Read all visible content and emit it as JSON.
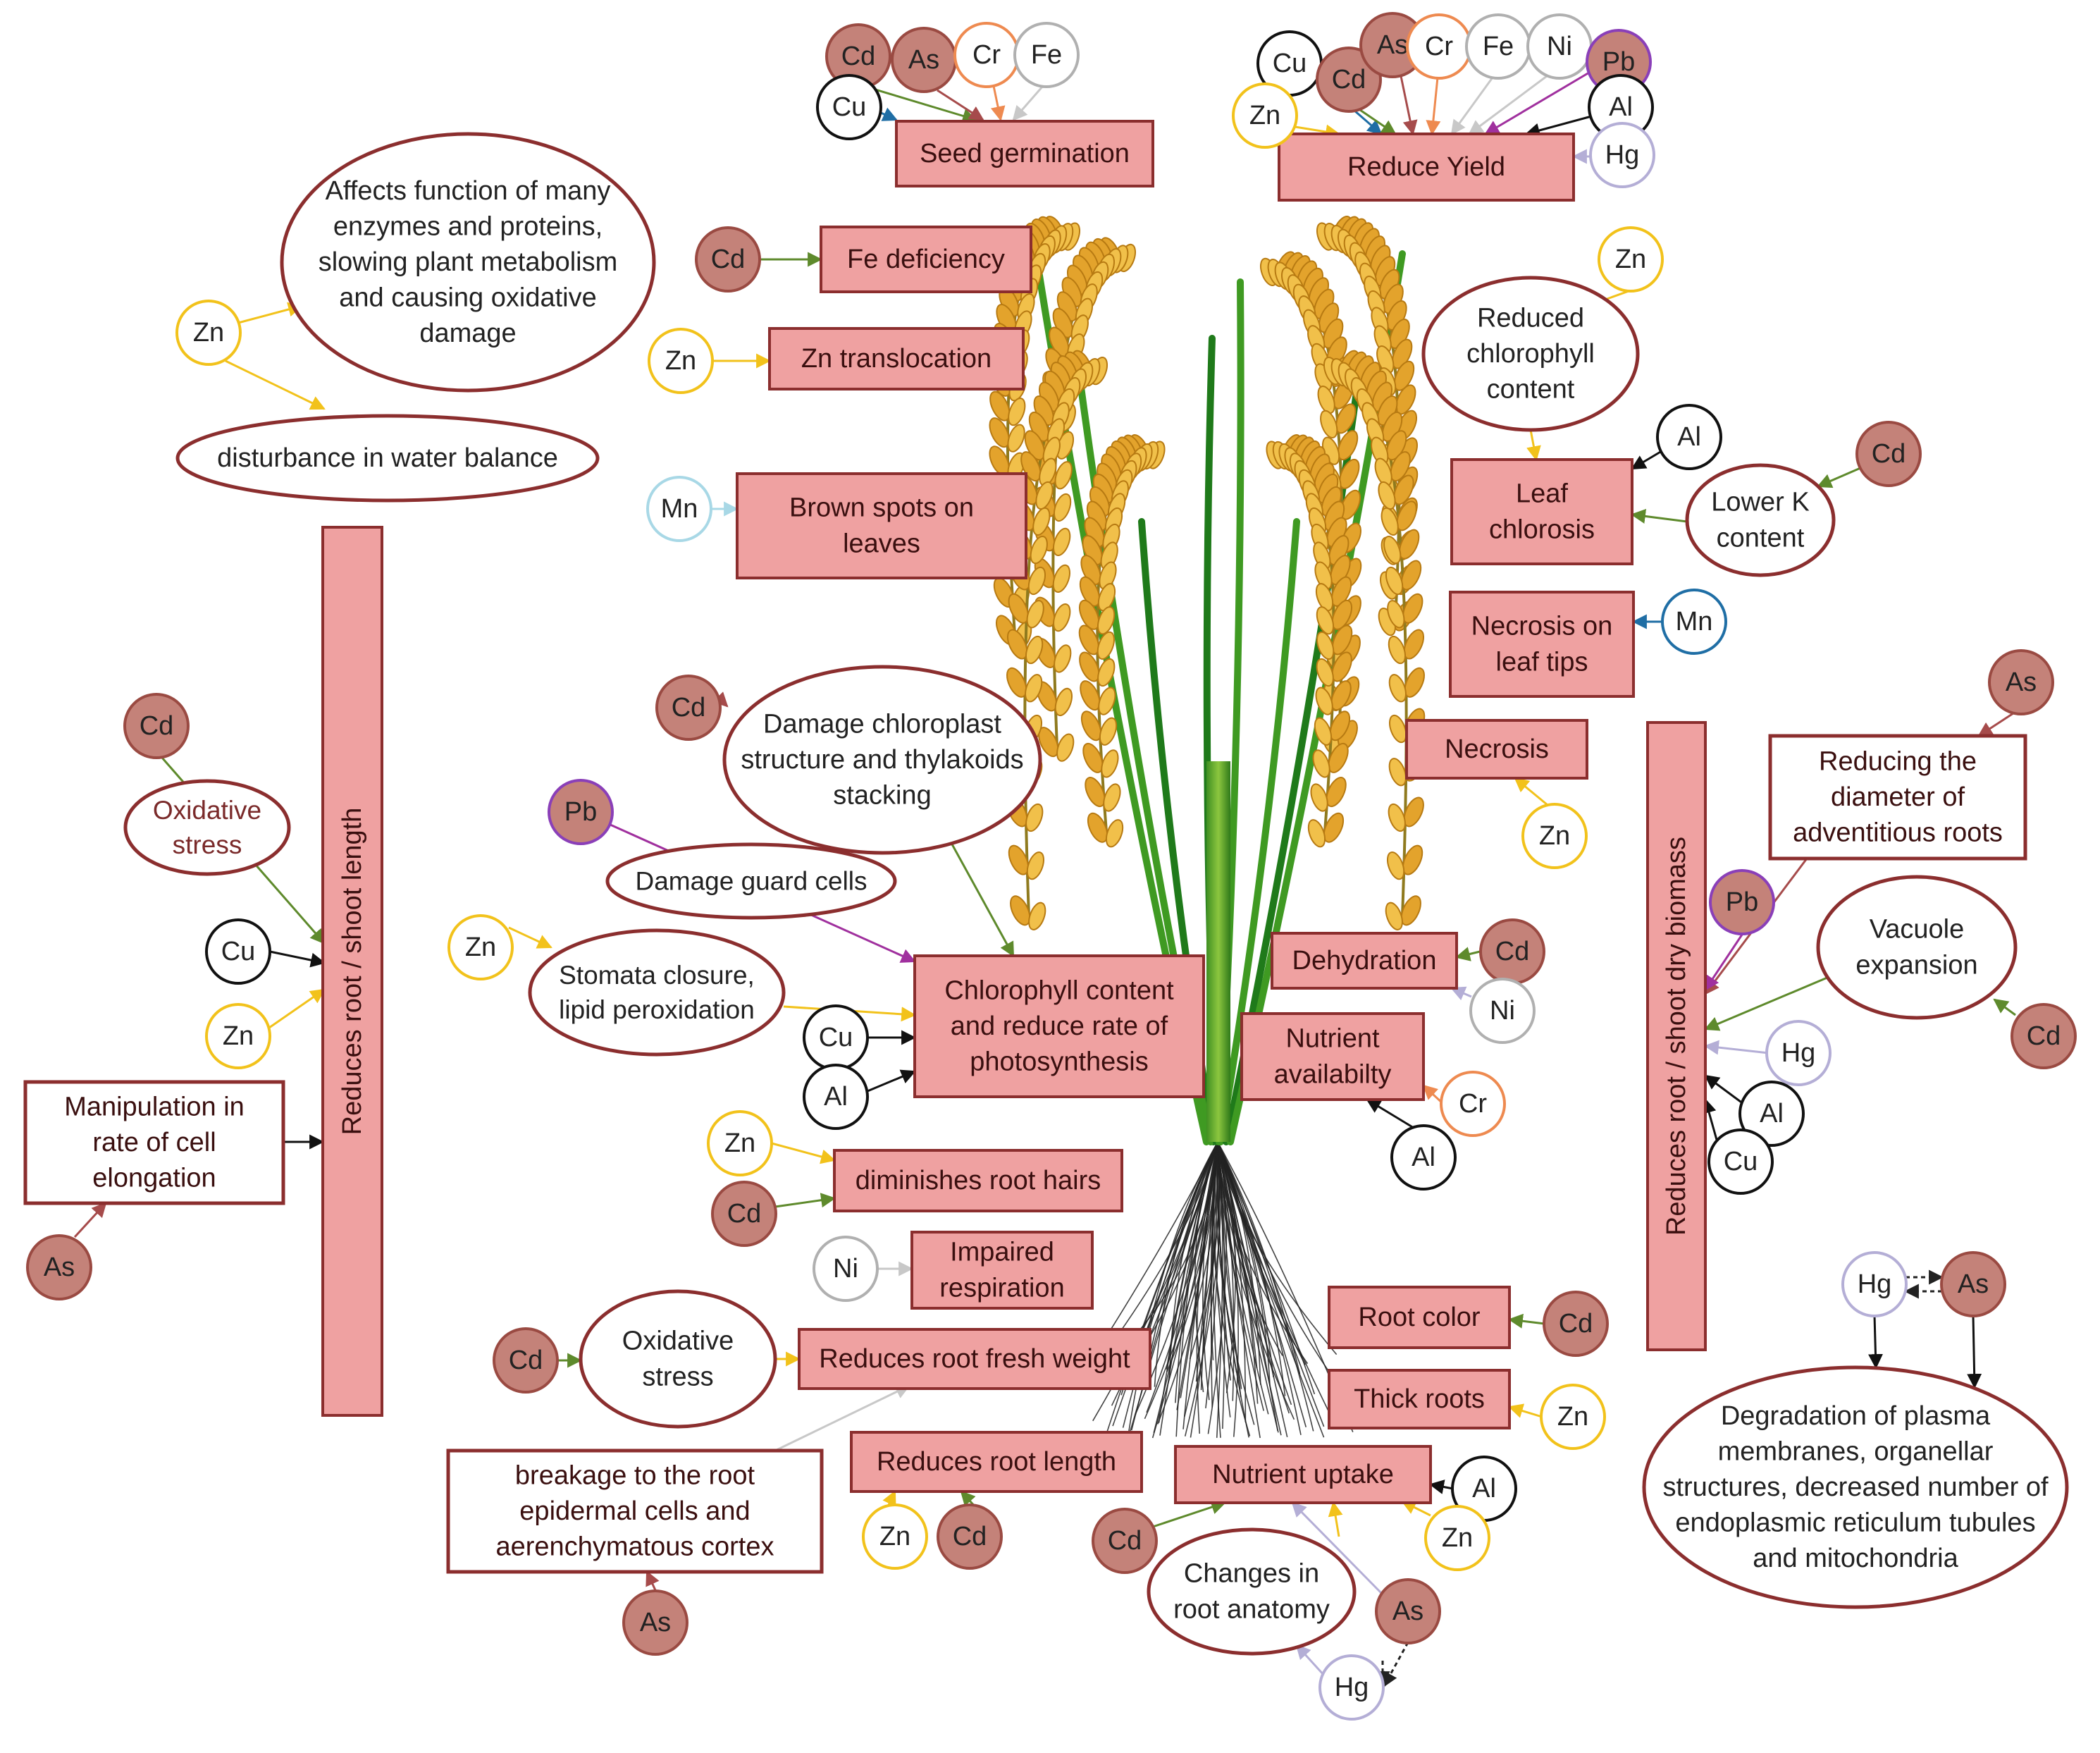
{
  "effects": {
    "seed_germination": "Seed germination",
    "reduce_yield": "Reduce Yield",
    "enzymes": [
      "Affects function of many",
      "enzymes and proteins,",
      "slowing plant metabolism",
      "and causing oxidative",
      "damage"
    ],
    "water_balance": "disturbance in water balance",
    "fe_deficiency": "Fe deficiency",
    "zn_translocation": "Zn translocation",
    "brown_spots": [
      "Brown spots on",
      "leaves"
    ],
    "reduced_chlorophyll": [
      "Reduced",
      "chlorophyll",
      "content"
    ],
    "leaf_chlorosis": [
      "Leaf",
      "chlorosis"
    ],
    "lower_k": [
      "Lower K",
      "content"
    ],
    "necrosis_tips": [
      "Necrosis on",
      "leaf tips"
    ],
    "necrosis": "Necrosis",
    "reduces_root_shoot_length": "Reduces root / shoot length",
    "reduces_root_shoot_biomass": "Reduces root / shoot dry biomass",
    "oxidative_stress_left": [
      "Oxidative",
      "stress"
    ],
    "cell_elongation": [
      "Manipulation in",
      "rate of cell",
      "elongation"
    ],
    "damage_chloroplast": [
      "Damage chloroplast",
      "structure and thylakoids",
      "stacking"
    ],
    "damage_guard_cells": "Damage guard cells",
    "stomata_closure": [
      "Stomata closure,",
      "lipid peroxidation"
    ],
    "photosynthesis": [
      "Chlorophyll content",
      "and reduce rate of",
      "photosynthesis"
    ],
    "dehydration": "Dehydration",
    "nutrient_availability": [
      "Nutrient",
      "availabilty"
    ],
    "diminishes_root_hairs": "diminishes root hairs",
    "impaired_respiration": [
      "Impaired",
      "respiration"
    ],
    "root_color": "Root color",
    "thick_roots": "Thick roots",
    "oxidative_stress_bottom": [
      "Oxidative",
      "stress"
    ],
    "root_fresh_weight": "Reduces root fresh weight",
    "root_epidermal": [
      "breakage to the root",
      "epidermal cells and",
      "aerenchymatous cortex"
    ],
    "root_length": "Reduces root length",
    "nutrient_uptake": "Nutrient uptake",
    "root_anatomy": [
      "Changes in",
      "root anatomy"
    ],
    "adventitious_roots": [
      "Reducing the",
      "diameter of",
      "adventitious roots"
    ],
    "vacuole": [
      "Vacuole",
      "expansion"
    ],
    "degradation": [
      "Degradation of plasma",
      "membranes, organellar",
      "structures, decreased number of",
      "endoplasmic reticulum tubules",
      "and mitochondria"
    ]
  },
  "metals": {
    "Cd": {
      "label": "Cd",
      "fill": "#c48279",
      "stroke": "#9a4a42"
    },
    "As": {
      "label": "As",
      "fill": "#c48279",
      "stroke": "#9a4a42"
    },
    "Pb": {
      "label": "Pb",
      "fill": "#c48279",
      "stroke": "#8a3fb8"
    },
    "Cu": {
      "label": "Cu",
      "fill": "#ffffff",
      "stroke": "#111111"
    },
    "Al": {
      "label": "Al",
      "fill": "#ffffff",
      "stroke": "#111111"
    },
    "Zn": {
      "label": "Zn",
      "fill": "#ffffff",
      "stroke": "#f2c21b"
    },
    "Cr": {
      "label": "Cr",
      "fill": "#ffffff",
      "stroke": "#ee8a50"
    },
    "Fe": {
      "label": "Fe",
      "fill": "#ffffff",
      "stroke": "#b0b0b0"
    },
    "Ni": {
      "label": "Ni",
      "fill": "#ffffff",
      "stroke": "#b0b0b0"
    },
    "Hg": {
      "label": "Hg",
      "fill": "#ffffff",
      "stroke": "#b4aed6"
    },
    "Mn": {
      "label": "Mn",
      "fill": "#ffffff",
      "stroke": "#1f6ea5"
    },
    "MnL": {
      "label": "Mn",
      "fill": "#ffffff",
      "stroke": "#a8d8e6"
    }
  },
  "colors": {
    "box_fill": "#efa1a1",
    "box_stroke": "#8b2e2e",
    "ellipse_stroke": "#8b2e2e",
    "panicle": "#e3a32c",
    "stem": "#2e8b1f"
  }
}
